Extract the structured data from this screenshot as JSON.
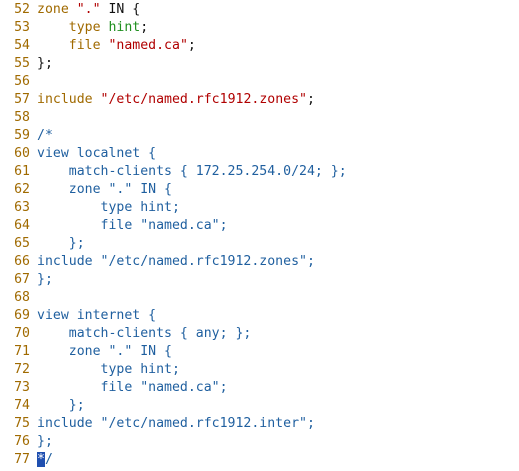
{
  "lines": [
    {
      "n": "52",
      "tokens": [
        {
          "c": "kw",
          "t": "zone"
        },
        {
          "c": "plain",
          "t": " "
        },
        {
          "c": "str",
          "t": "\".\""
        },
        {
          "c": "plain",
          "t": " IN {"
        }
      ]
    },
    {
      "n": "53",
      "tokens": [
        {
          "c": "plain",
          "t": "    "
        },
        {
          "c": "kw",
          "t": "type"
        },
        {
          "c": "plain",
          "t": " "
        },
        {
          "c": "hint",
          "t": "hint"
        },
        {
          "c": "plain",
          "t": ";"
        }
      ]
    },
    {
      "n": "54",
      "tokens": [
        {
          "c": "plain",
          "t": "    "
        },
        {
          "c": "kw",
          "t": "file"
        },
        {
          "c": "plain",
          "t": " "
        },
        {
          "c": "str",
          "t": "\"named.ca\""
        },
        {
          "c": "plain",
          "t": ";"
        }
      ]
    },
    {
      "n": "55",
      "tokens": [
        {
          "c": "plain",
          "t": "};"
        }
      ]
    },
    {
      "n": "56",
      "tokens": []
    },
    {
      "n": "57",
      "tokens": [
        {
          "c": "kw",
          "t": "include"
        },
        {
          "c": "plain",
          "t": " "
        },
        {
          "c": "str",
          "t": "\"/etc/named.rfc1912.zones\""
        },
        {
          "c": "plain",
          "t": ";"
        }
      ]
    },
    {
      "n": "58",
      "tokens": []
    },
    {
      "n": "59",
      "tokens": [
        {
          "c": "cmt",
          "t": "/*"
        }
      ]
    },
    {
      "n": "60",
      "tokens": [
        {
          "c": "txt",
          "t": "view localnet {"
        }
      ]
    },
    {
      "n": "61",
      "tokens": [
        {
          "c": "txt",
          "t": "    match-clients { 172.25.254.0/24; };"
        }
      ]
    },
    {
      "n": "62",
      "tokens": [
        {
          "c": "txt",
          "t": "    zone \".\" IN {"
        }
      ]
    },
    {
      "n": "63",
      "tokens": [
        {
          "c": "txt",
          "t": "        type hint;"
        }
      ]
    },
    {
      "n": "64",
      "tokens": [
        {
          "c": "txt",
          "t": "        file \"named.ca\";"
        }
      ]
    },
    {
      "n": "65",
      "tokens": [
        {
          "c": "txt",
          "t": "    };"
        }
      ]
    },
    {
      "n": "66",
      "tokens": [
        {
          "c": "txt",
          "t": "include \"/etc/named.rfc1912.zones\";"
        }
      ]
    },
    {
      "n": "67",
      "tokens": [
        {
          "c": "txt",
          "t": "};"
        }
      ]
    },
    {
      "n": "68",
      "tokens": []
    },
    {
      "n": "69",
      "tokens": [
        {
          "c": "txt",
          "t": "view internet {"
        }
      ]
    },
    {
      "n": "70",
      "tokens": [
        {
          "c": "txt",
          "t": "    match-clients { any; };"
        }
      ]
    },
    {
      "n": "71",
      "tokens": [
        {
          "c": "txt",
          "t": "    zone \".\" IN {"
        }
      ]
    },
    {
      "n": "72",
      "tokens": [
        {
          "c": "txt",
          "t": "        type hint;"
        }
      ]
    },
    {
      "n": "73",
      "tokens": [
        {
          "c": "txt",
          "t": "        file \"named.ca\";"
        }
      ]
    },
    {
      "n": "74",
      "tokens": [
        {
          "c": "txt",
          "t": "    };"
        }
      ]
    },
    {
      "n": "75",
      "tokens": [
        {
          "c": "txt",
          "t": "include \"/etc/named.rfc1912.inter\";"
        }
      ]
    },
    {
      "n": "76",
      "tokens": [
        {
          "c": "txt",
          "t": "};"
        }
      ]
    },
    {
      "n": "77",
      "tokens": [
        {
          "c": "cursor",
          "t": "*"
        },
        {
          "c": "txt",
          "t": "/"
        }
      ]
    }
  ]
}
